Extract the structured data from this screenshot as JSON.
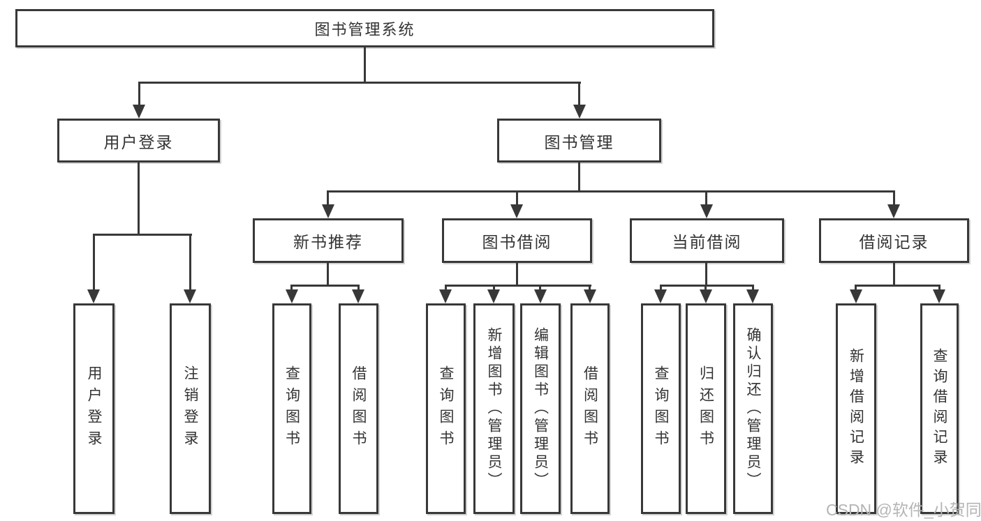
{
  "tree": {
    "root": {
      "label": "图书管理系统"
    },
    "user_login": {
      "label": "用户登录",
      "children": [
        {
          "label": "用户登录"
        },
        {
          "label": "注销登录"
        }
      ]
    },
    "book_mgmt": {
      "label": "图书管理",
      "sections": [
        {
          "label": "新书推荐",
          "children": [
            {
              "label": "查询图书"
            },
            {
              "label": "借阅图书"
            }
          ]
        },
        {
          "label": "图书借阅",
          "children": [
            {
              "label": "查询图书"
            },
            {
              "label": "新增图书（管理员）"
            },
            {
              "label": "编辑图书（管理员）"
            },
            {
              "label": "借阅图书"
            }
          ]
        },
        {
          "label": "当前借阅",
          "children": [
            {
              "label": "查询图书"
            },
            {
              "label": "归还图书"
            },
            {
              "label": "确认归还（管理员）"
            }
          ]
        },
        {
          "label": "借阅记录",
          "children": [
            {
              "label": "新增借阅记录"
            },
            {
              "label": "查询借阅记录"
            }
          ]
        }
      ]
    }
  },
  "watermark": {
    "text": "CSDN @软件_小贺同学"
  },
  "colors": {
    "line": "#383838",
    "text": "#333333",
    "watermark": "#b5b5b5",
    "background": "#ffffff"
  }
}
